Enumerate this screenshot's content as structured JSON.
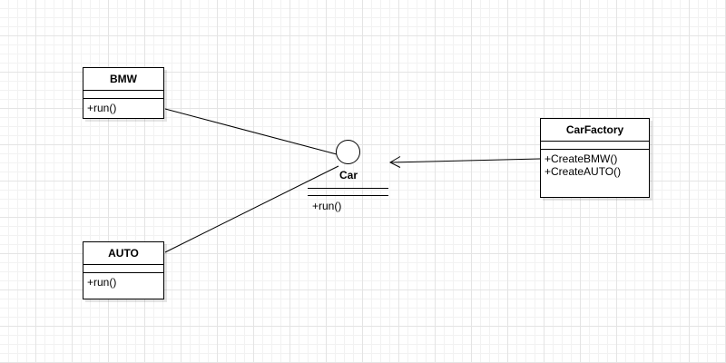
{
  "diagram": {
    "classes": {
      "bmw": {
        "name": "BMW",
        "operations": [
          "+run()"
        ]
      },
      "auto": {
        "name": "AUTO",
        "operations": [
          "+run()"
        ]
      },
      "carfactory": {
        "name": "CarFactory",
        "operations": [
          "+CreateBMW()",
          "+CreateAUTO()"
        ]
      }
    },
    "interface": {
      "name": "Car",
      "operations": [
        "+run()"
      ]
    },
    "relationships": [
      {
        "from": "BMW",
        "to": "Car",
        "type": "realization"
      },
      {
        "from": "AUTO",
        "to": "Car",
        "type": "realization"
      },
      {
        "from": "CarFactory",
        "to": "Car",
        "type": "dependency"
      }
    ]
  }
}
